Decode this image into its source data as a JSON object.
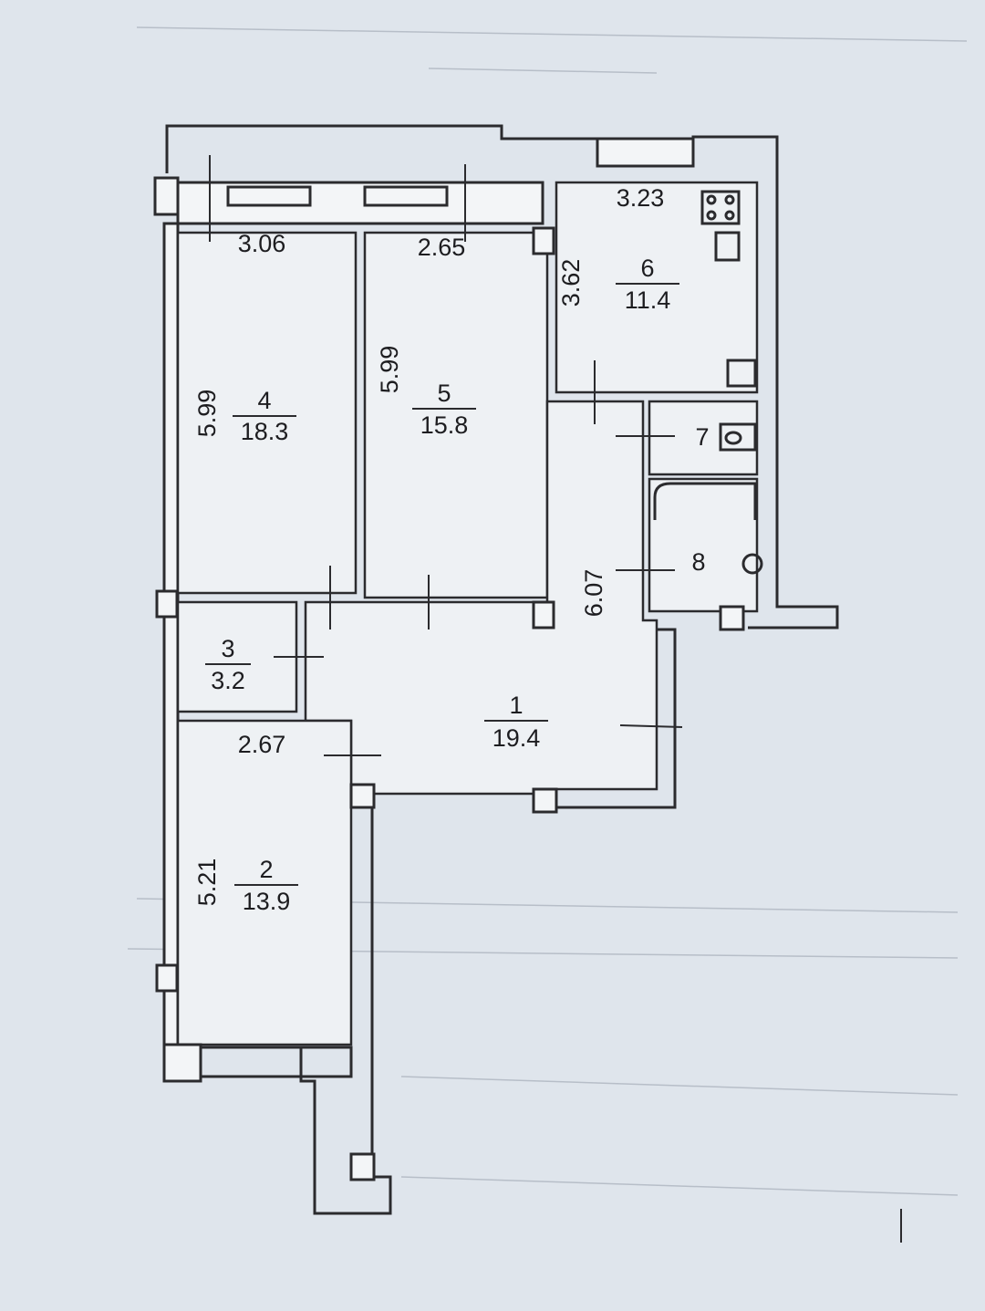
{
  "rooms": [
    {
      "number": "1",
      "area": "19.4"
    },
    {
      "number": "2",
      "area": "13.9"
    },
    {
      "number": "3",
      "area": "3.2"
    },
    {
      "number": "4",
      "area": "18.3"
    },
    {
      "number": "5",
      "area": "15.8"
    },
    {
      "number": "6",
      "area": "11.4"
    },
    {
      "number": "7"
    },
    {
      "number": "8"
    }
  ],
  "dimensions": {
    "room4_width": "3.06",
    "room5_width": "2.65",
    "room6_width": "3.23",
    "room6_length": "3.62",
    "room4_length": "5.99",
    "room5_length": "5.99",
    "hall_length": "6.07",
    "room2_width": "2.67",
    "room2_length": "5.21"
  },
  "colors": {
    "paper": "#dfe5ec",
    "line": "#2b2b2e"
  }
}
